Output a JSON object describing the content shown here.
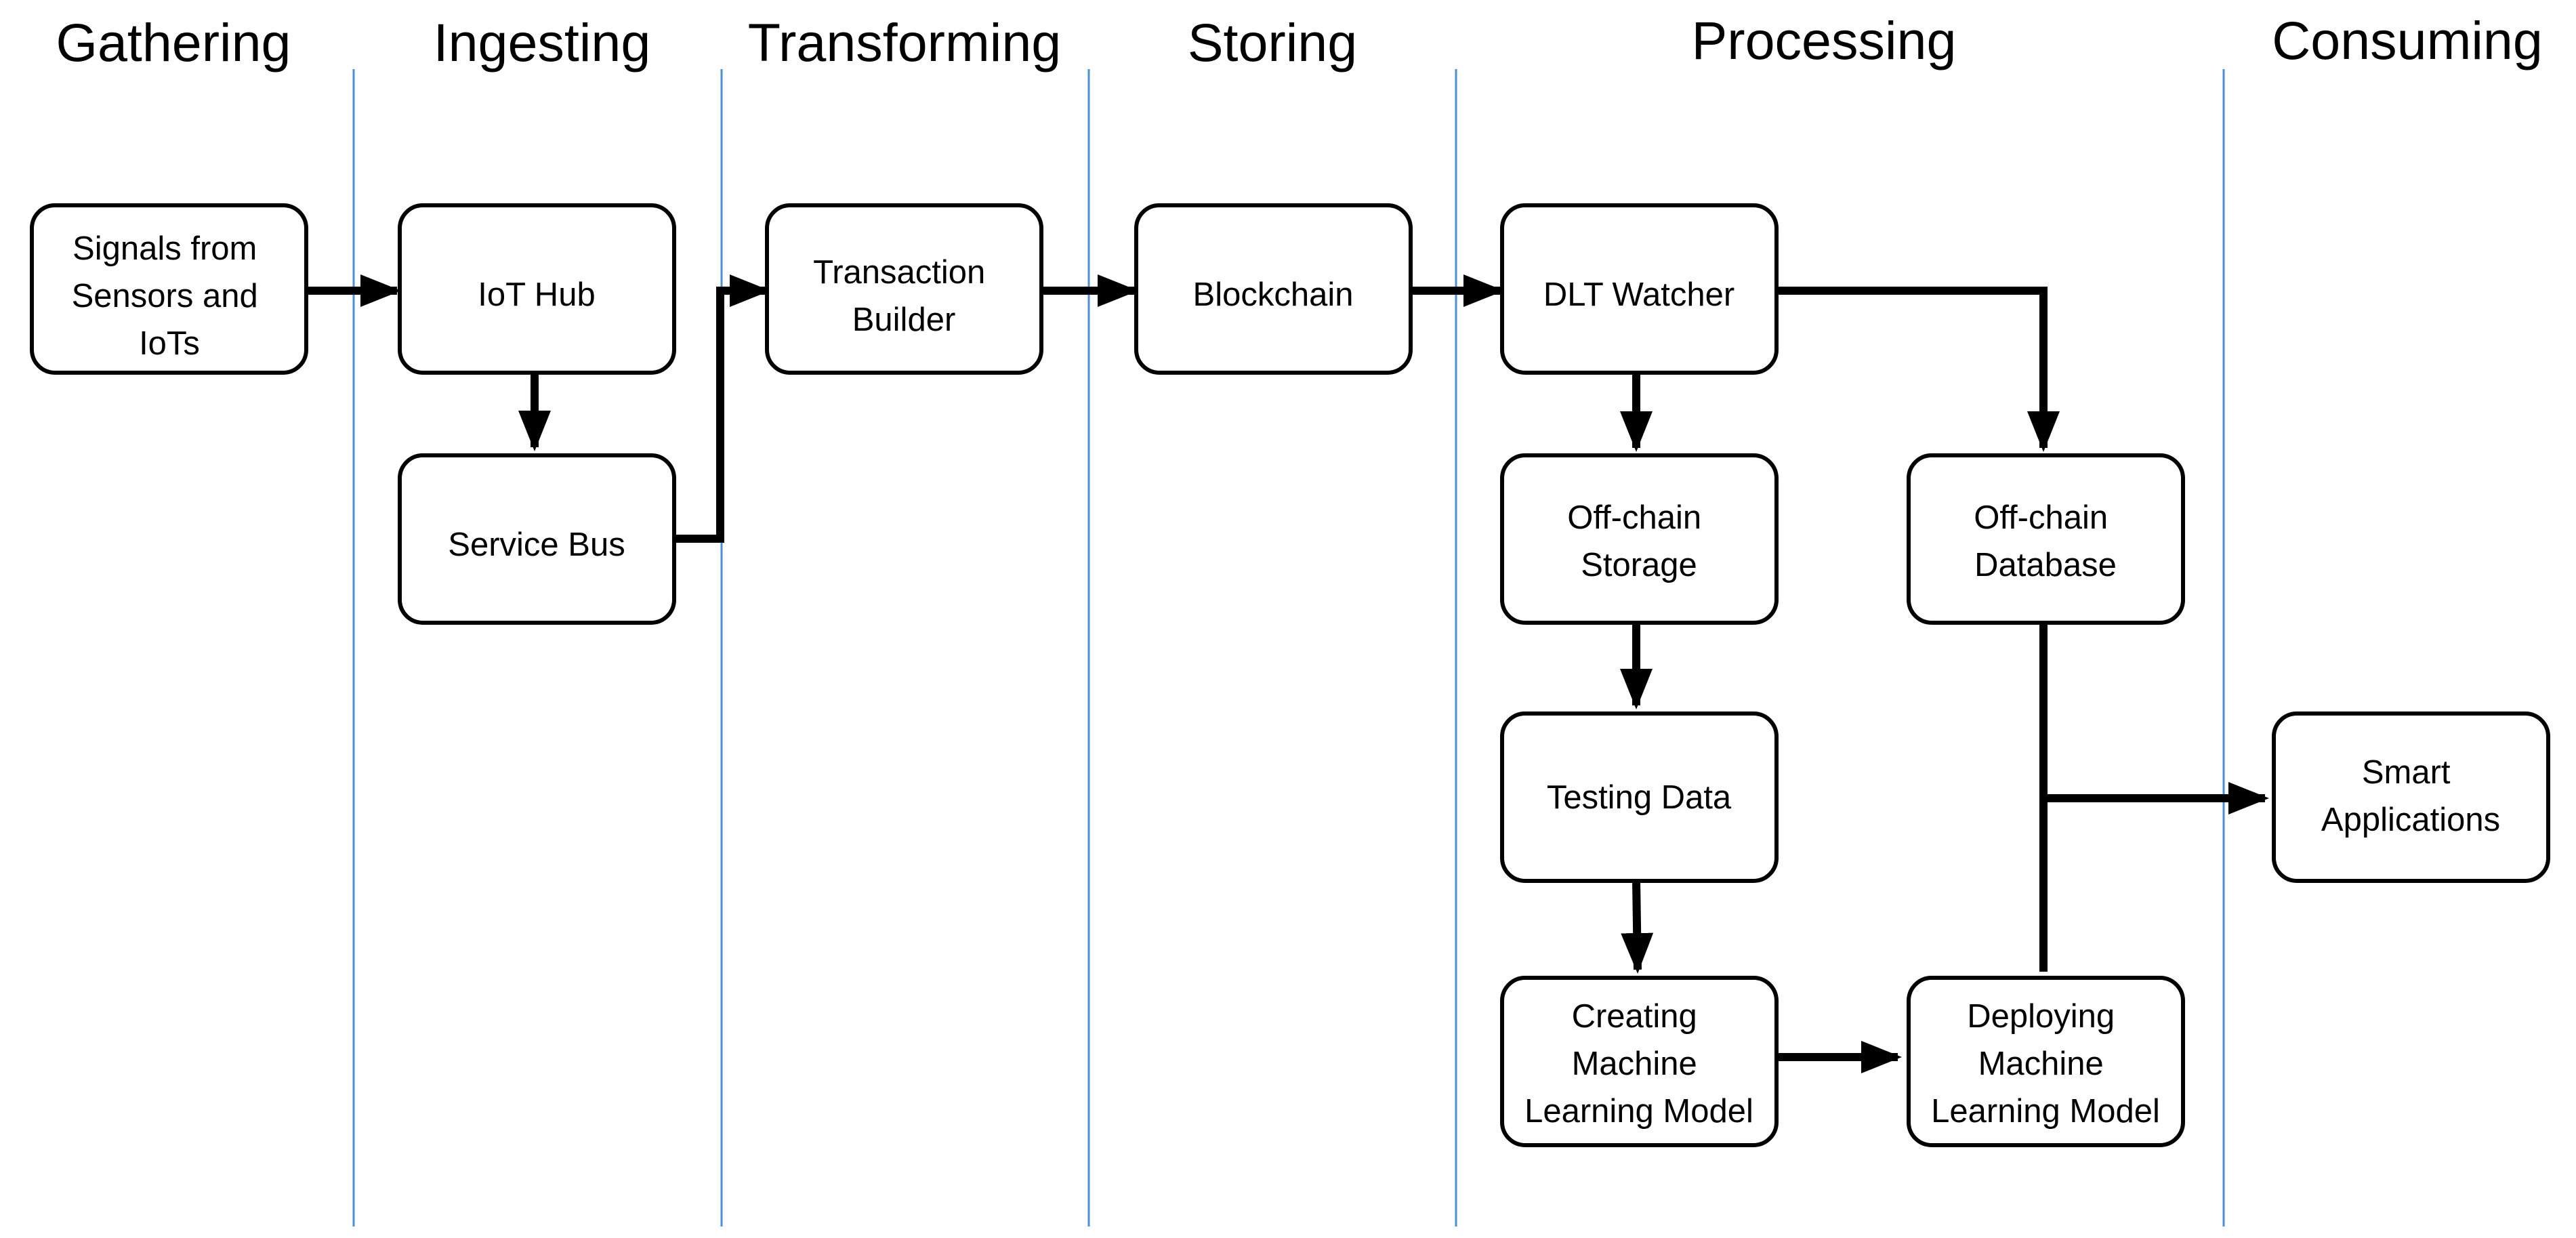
{
  "lanes": [
    {
      "id": "gathering",
      "title": "Gathering"
    },
    {
      "id": "ingesting",
      "title": "Ingesting"
    },
    {
      "id": "transforming",
      "title": "Transforming"
    },
    {
      "id": "storing",
      "title": "Storing"
    },
    {
      "id": "processing",
      "title": "Processing"
    },
    {
      "id": "consuming",
      "title": "Consuming"
    }
  ],
  "nodes": {
    "signals": {
      "lines": [
        "Signals from",
        "Sensors and",
        "IoTs"
      ]
    },
    "iot_hub": {
      "lines": [
        "IoT Hub"
      ]
    },
    "service_bus": {
      "lines": [
        "Service Bus"
      ]
    },
    "transaction_builder": {
      "lines": [
        "Transaction",
        "Builder"
      ]
    },
    "blockchain": {
      "lines": [
        "Blockchain"
      ]
    },
    "dlt_watcher": {
      "lines": [
        "DLT Watcher"
      ]
    },
    "offchain_storage": {
      "lines": [
        "Off-chain",
        "Storage"
      ]
    },
    "offchain_database": {
      "lines": [
        "Off-chain",
        "Database"
      ]
    },
    "testing_data": {
      "lines": [
        "Testing Data"
      ]
    },
    "creating_ml": {
      "lines": [
        "Creating",
        "Machine",
        "Learning Model"
      ]
    },
    "deploying_ml": {
      "lines": [
        "Deploying",
        "Machine",
        "Learning Model"
      ]
    },
    "smart_apps": {
      "lines": [
        "Smart",
        "Applications"
      ]
    }
  },
  "edges": [
    {
      "from": "signals",
      "to": "iot_hub"
    },
    {
      "from": "iot_hub",
      "to": "service_bus"
    },
    {
      "from": "service_bus",
      "to": "transaction_builder"
    },
    {
      "from": "transaction_builder",
      "to": "blockchain"
    },
    {
      "from": "blockchain",
      "to": "dlt_watcher"
    },
    {
      "from": "dlt_watcher",
      "to": "offchain_storage"
    },
    {
      "from": "dlt_watcher",
      "to": "offchain_database"
    },
    {
      "from": "offchain_storage",
      "to": "testing_data"
    },
    {
      "from": "testing_data",
      "to": "creating_ml"
    },
    {
      "from": "creating_ml",
      "to": "deploying_ml"
    },
    {
      "from": "offchain_database",
      "to": "smart_apps"
    },
    {
      "from": "deploying_ml",
      "to": "smart_apps"
    }
  ],
  "colors": {
    "divider": "#4a90d9",
    "stroke": "#000000",
    "background": "#ffffff"
  }
}
